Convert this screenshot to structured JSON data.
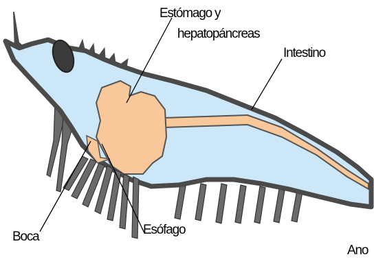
{
  "labels": {
    "stomach_line1": "Estómago y",
    "stomach_line2": "hepatopáncreas",
    "intestine": "Intestino",
    "mouth": "Boca",
    "esophagus": "Esófago",
    "anus": "Ano"
  },
  "colors": {
    "body_fill": "#cce8f8",
    "outline": "#4a4a4a",
    "organ_fill": "#f8c89a",
    "organ_stroke": "#555555",
    "leg_fill": "#6a6a6a",
    "eye_fill": "#3a3a3a"
  }
}
